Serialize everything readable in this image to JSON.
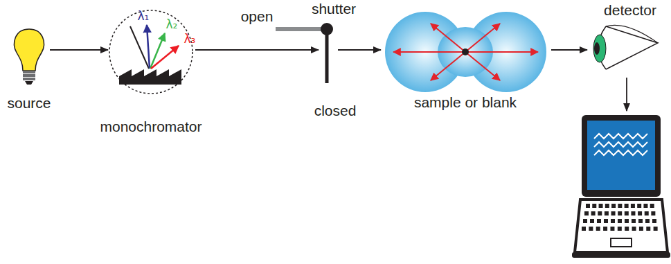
{
  "diagram": {
    "nodes": [
      {
        "text": [
          "source"
        ]
      },
      {
        "text": [
          "monochromator"
        ]
      },
      {
        "text": [
          "shutter",
          "open",
          "closed"
        ]
      },
      {
        "text": [
          "sample or blank"
        ]
      },
      {
        "text": [
          "detector"
        ]
      }
    ],
    "edges": [
      {
        "from": 0,
        "to": 1,
        "arrow": "to"
      },
      {
        "from": 1,
        "to": 2,
        "arrow": "to"
      },
      {
        "from": 2,
        "to": 3,
        "arrow": "to"
      },
      {
        "from": 3,
        "to": 4,
        "arrow": "to"
      }
    ],
    "labels": [
      "λ₁",
      "λ₂",
      "λ₃"
    ]
  }
}
